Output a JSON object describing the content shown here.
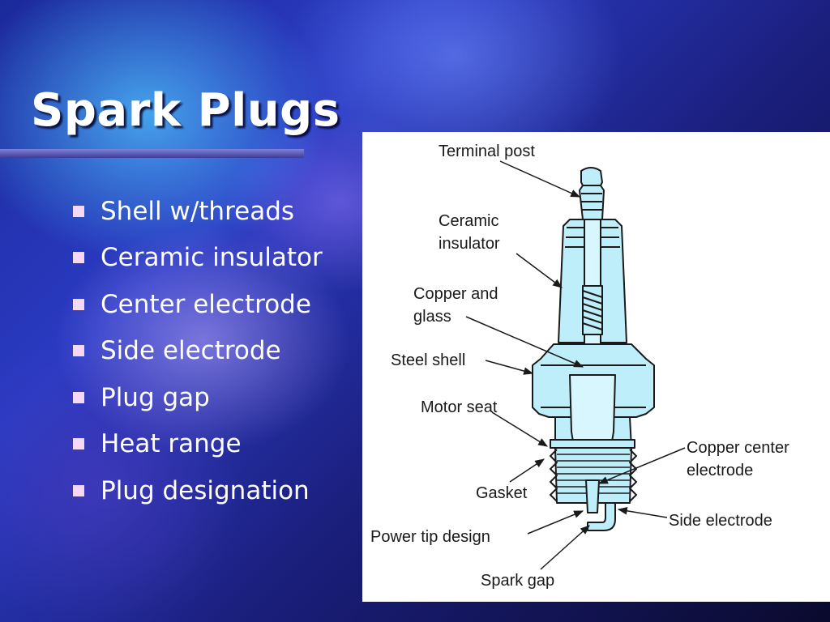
{
  "slide": {
    "title": "Spark Plugs",
    "bullets": [
      "Shell w/threads",
      "Ceramic insulator",
      "Center electrode",
      "Side electrode",
      "Plug gap",
      "Heat range",
      "Plug designation"
    ]
  },
  "diagram": {
    "labels": {
      "terminal_post": "Terminal post",
      "ceramic_insulator_1": "Ceramic",
      "ceramic_insulator_2": "insulator",
      "copper_glass_1": "Copper and",
      "copper_glass_2": "glass",
      "steel_shell": "Steel shell",
      "motor_seat": "Motor seat",
      "gasket": "Gasket",
      "copper_center_1": "Copper center",
      "copper_center_2": "electrode",
      "side_electrode": "Side electrode",
      "power_tip": "Power tip design",
      "spark_gap": "Spark gap"
    }
  },
  "colors": {
    "plug_fill": "#bfeefb",
    "plug_stroke": "#1a1a1a",
    "title_rule": "#5a58b8",
    "bullet": "#f4d8f6"
  }
}
